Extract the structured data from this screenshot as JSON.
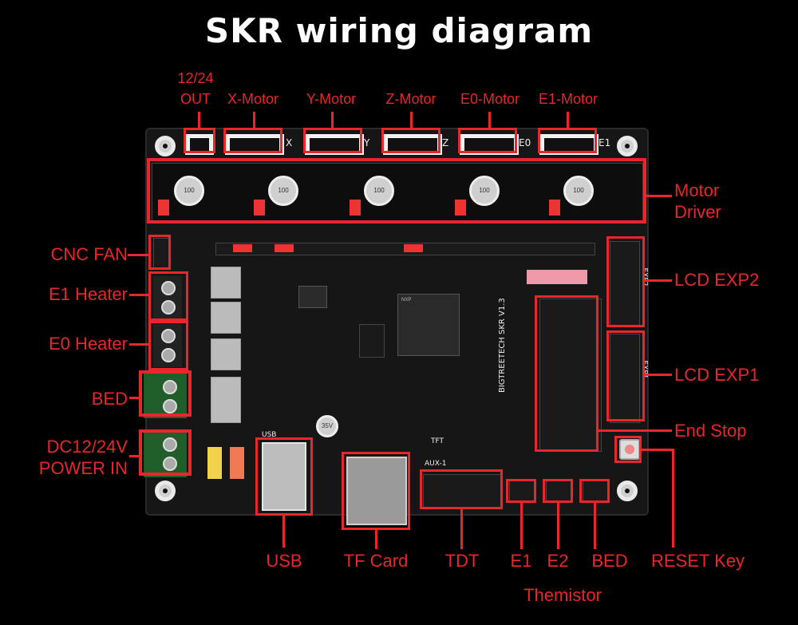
{
  "title": "SKR wiring diagram",
  "labels": {
    "out_12_24": "12/24",
    "out": "OUT",
    "x_motor": "X-Motor",
    "y_motor": "Y-Motor",
    "z_motor": "Z-Motor",
    "e0_motor": "E0-Motor",
    "e1_motor": "E1-Motor",
    "motor": "Motor",
    "driver": "Driver",
    "cnc_fan": "CNC FAN",
    "e1_heater": "E1 Heater",
    "e0_heater": "E0 Heater",
    "bed_left": "BED",
    "dc": "DC12/24V",
    "power_in": "POWER IN",
    "lcd_exp2": "LCD EXP2",
    "lcd_exp1": "LCD EXP1",
    "end_stop": "End Stop",
    "usb": "USB",
    "tf_card": "TF Card",
    "tdt": "TDT",
    "e1": "E1",
    "e2": "E2",
    "bed_bottom": "BED",
    "reset_key": "RESET Key",
    "themistor": "Themistor"
  },
  "board_silk": {
    "x": "X",
    "y": "Y",
    "z": "Z",
    "e0": "E0",
    "e1": "E1",
    "exp2": "EXP2",
    "exp1": "EXP1",
    "aux1": "AUX-1",
    "tft": "TFT",
    "mcu": "NXP",
    "brand": "BIGTREETECH SKR V1.3",
    "usb_port": "USB"
  },
  "colors": {
    "accent": "#e8262b",
    "background": "#000000",
    "title": "#ffffff"
  }
}
